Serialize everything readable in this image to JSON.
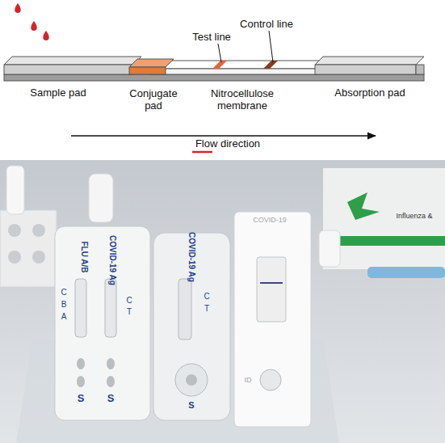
{
  "diagram": {
    "labels": [
      "Test line",
      "Control line",
      "Sample pad",
      "Conjugate pad",
      "Nitrocellulose membrane",
      "Absorption pad",
      "Flow direction",
      "FLU A/B",
      "COVID-19 Ag",
      "C",
      "B",
      "A",
      "C",
      "T",
      "S",
      "S",
      "COVID-19 Ag",
      "C",
      "T",
      "S",
      "COVID-19",
      "ID",
      "Influenza &"
    ]
  }
}
